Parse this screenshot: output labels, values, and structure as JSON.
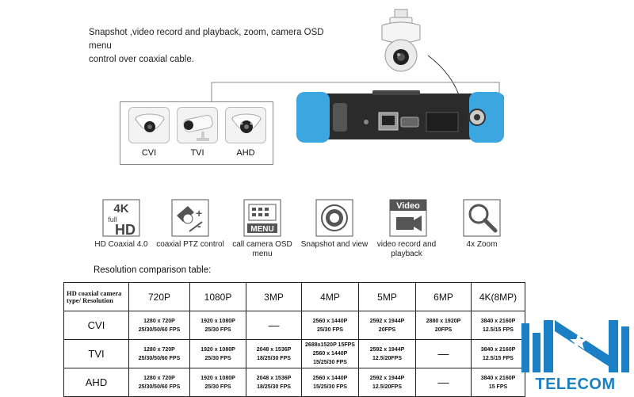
{
  "intro": {
    "line1": "Snapshot ,video record and playback, zoom, camera OSD menu",
    "line2": "control over coaxial cable."
  },
  "camera_types": [
    {
      "label": "CVI",
      "icon": "dome-camera-icon"
    },
    {
      "label": "TVI",
      "icon": "bullet-camera-icon"
    },
    {
      "label": "AHD",
      "icon": "dome-camera-icon"
    }
  ],
  "features": [
    {
      "icon": "4k-full-hd-icon",
      "label": "HD Coaxial 4.0",
      "badge_top": "4K",
      "badge_mid": "full",
      "badge_bot": "HD"
    },
    {
      "icon": "ptz-control-icon",
      "label": "coaxial PTZ control",
      "badge_plus": "+",
      "badge_minus": "-"
    },
    {
      "icon": "menu-icon",
      "label": "call camera OSD menu",
      "badge": "MENU"
    },
    {
      "icon": "snapshot-icon",
      "label": "Snapshot and view"
    },
    {
      "icon": "video-icon",
      "label": "video record and playback",
      "badge": "Video"
    },
    {
      "icon": "zoom-icon",
      "label": "4x Zoom"
    }
  ],
  "table": {
    "title": "Resolution comparison table:",
    "corner": "HD coaxial camera type/ Resolution",
    "headers": [
      "720P",
      "1080P",
      "3MP",
      "4MP",
      "5MP",
      "6MP",
      "4K(8MP)"
    ],
    "rows": [
      {
        "name": "CVI",
        "cells": [
          "1280 x 720P\n25/30/50/60 FPS",
          "1920 x 1080P\n25/30 FPS",
          "—",
          "2560 x 1440P\n25/30 FPS",
          "2592 x 1944P\n20FPS",
          "2880 x 1920P\n20FPS",
          "3840 x 2160P\n12.5/15 FPS"
        ]
      },
      {
        "name": "TVI",
        "cells": [
          "1280 x 720P\n25/30/50/60 FPS",
          "1920 x 1080P\n25/30 FPS",
          "2048 x 1536P\n18/25/30 FPS",
          "2688x1520P 15FPS\n2560 x 1440P\n15/25/30 FPS",
          "2592 x 1944P\n12.5/20FPS",
          "—",
          "3840 x 2160P\n12.5/15 FPS"
        ]
      },
      {
        "name": "AHD",
        "cells": [
          "1280 x 720P\n25/30/50/60 FPS",
          "1920 x 1080P\n25/30 FPS",
          "2048 x 1536P\n18/25/30 FPS",
          "2560 x 1440P\n15/25/30 FPS",
          "2592 x 1944P\n12.5/20FPS",
          "—",
          "3840 x 2160P\n15 FPS"
        ]
      }
    ]
  },
  "logo": {
    "text": "TELECOM",
    "icon": "telecom-logo-icon"
  },
  "colors": {
    "accent_blue": "#1a7fc4",
    "device_blue": "#3ba6e0",
    "device_body": "#2b2b2b"
  }
}
